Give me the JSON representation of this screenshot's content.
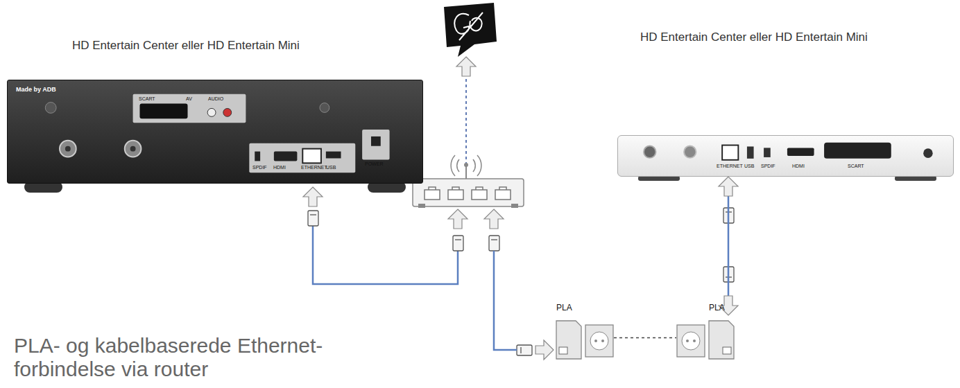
{
  "diagram": {
    "caption": "PLA- og kabelbaserede Ethernet- forbindelse via router",
    "nodes": [
      {
        "text": [
          "HD Entertain Center eller HD Entertain Mini",
          "Made by ADB"
        ]
      },
      {
        "text": [
          "HD Entertain Center eller HD Entertain Mini"
        ]
      },
      {
        "text": [
          "PLA"
        ]
      },
      {
        "text": [
          "PLA"
        ]
      }
    ],
    "edges": [
      {
        "from": 2,
        "to": 3,
        "arrow": "none"
      },
      {
        "from": 3,
        "to": 1,
        "arrow": "both"
      }
    ],
    "labels": [
      "SCART",
      "AV",
      "AUDIO",
      "SPDIF",
      "HDMI",
      "ETHERNET",
      "USB",
      "POWER",
      "ETHERNET",
      "USB",
      "SPDIF",
      "HDMI",
      "SCART"
    ]
  }
}
